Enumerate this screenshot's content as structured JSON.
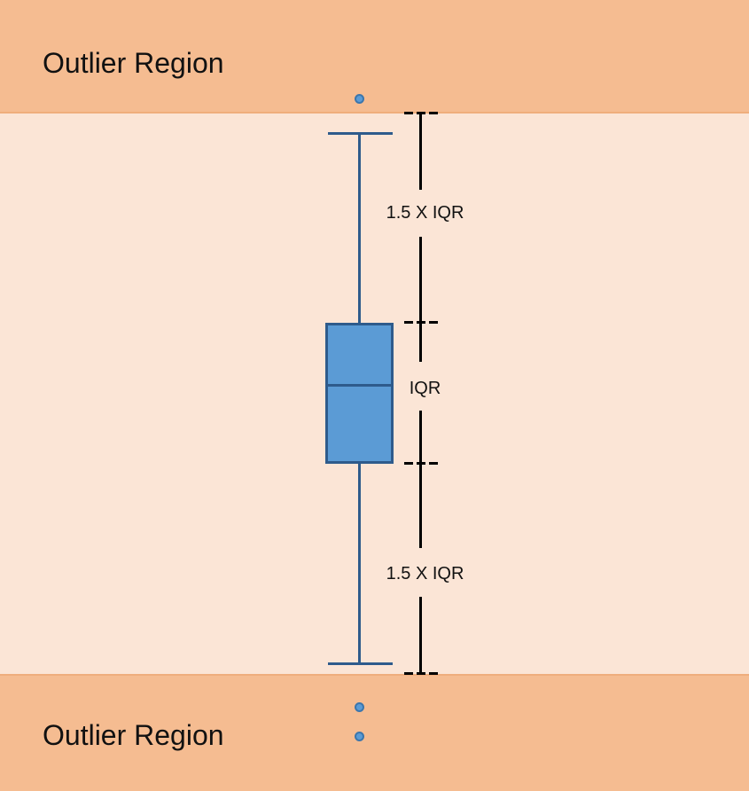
{
  "labels": {
    "outlier_region_top": "Outlier Region",
    "outlier_region_bottom": "Outlier Region",
    "upper_whisker_span": "1.5 X IQR",
    "iqr": "IQR",
    "lower_whisker_span": "1.5 X IQR"
  },
  "colors": {
    "outlier_band": "#F5BC91",
    "inlier_background": "#FBE5D6",
    "box_fill": "#5B9BD5",
    "box_stroke": "#2E5B8C",
    "annotation_line": "#000000",
    "text": "#111111"
  },
  "plot": {
    "outlier_points_top": 1,
    "outlier_points_bottom": 2,
    "tick_style": "dashed"
  }
}
